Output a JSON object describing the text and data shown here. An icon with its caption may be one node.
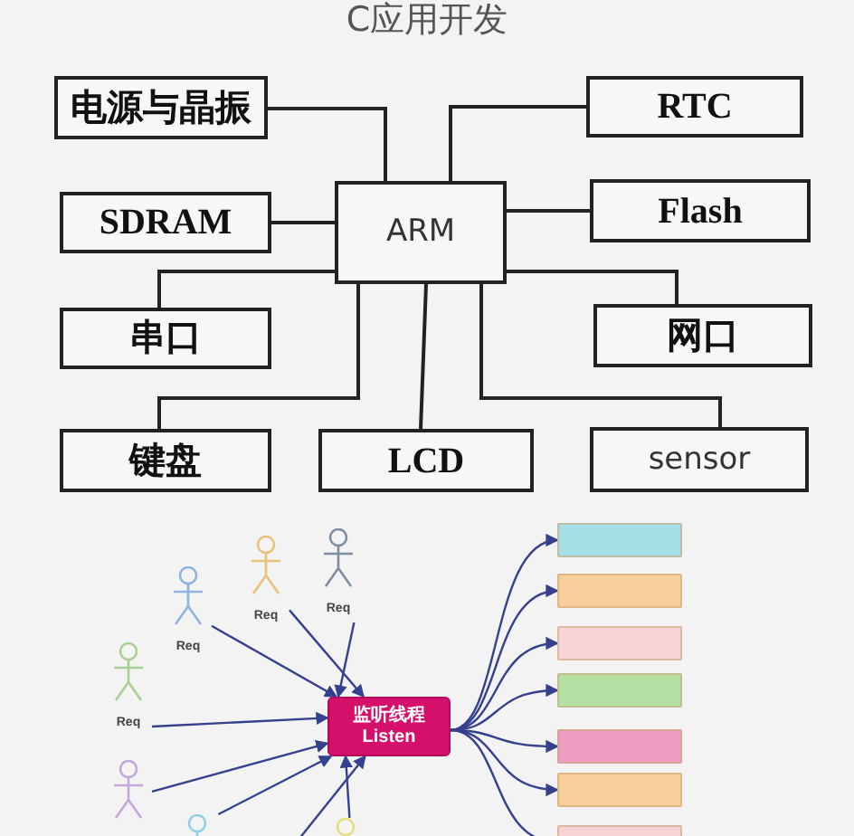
{
  "diagram": {
    "title": "C应用开发",
    "nodes": [
      {
        "text": [
          "电源与晶振"
        ]
      },
      {
        "text": [
          "RTC"
        ]
      },
      {
        "text": [
          "SDRAM"
        ]
      },
      {
        "text": [
          "ARM"
        ]
      },
      {
        "text": [
          "Flash"
        ]
      },
      {
        "text": [
          "串口"
        ]
      },
      {
        "text": [
          "网口"
        ]
      },
      {
        "text": [
          "键盘"
        ]
      },
      {
        "text": [
          "LCD"
        ]
      },
      {
        "text": [
          "sensor"
        ]
      },
      {
        "text": [
          "监听线程",
          "Listen"
        ]
      },
      {
        "text": [],
        "shape": "person",
        "beside": [
          "Req"
        ]
      },
      {
        "text": [],
        "shape": "person",
        "beside": [
          "Req"
        ]
      },
      {
        "text": [],
        "shape": "person",
        "beside": [
          "Req"
        ]
      },
      {
        "text": [],
        "shape": "person",
        "beside": [
          "Req"
        ]
      },
      {
        "text": [],
        "shape": "person"
      },
      {
        "text": [],
        "shape": "person"
      },
      {
        "text": [],
        "shape": "person"
      },
      {
        "text": [],
        "shape": "box"
      },
      {
        "text": [],
        "shape": "box"
      },
      {
        "text": [],
        "shape": "box"
      },
      {
        "text": [],
        "shape": "box"
      },
      {
        "text": [],
        "shape": "box"
      },
      {
        "text": [],
        "shape": "box"
      },
      {
        "text": [],
        "shape": "box"
      }
    ],
    "edges": [
      {
        "from": 0,
        "to": 3,
        "arrow": "none",
        "color": "#222222"
      },
      {
        "from": 1,
        "to": 3,
        "arrow": "none",
        "color": "#222222"
      },
      {
        "from": 2,
        "to": 3,
        "arrow": "none",
        "color": "#222222"
      },
      {
        "from": 4,
        "to": 3,
        "arrow": "none",
        "color": "#222222"
      },
      {
        "from": 5,
        "to": 3,
        "arrow": "none",
        "color": "#222222"
      },
      {
        "from": 6,
        "to": 3,
        "arrow": "none",
        "color": "#222222"
      },
      {
        "from": 7,
        "to": 3,
        "arrow": "none",
        "color": "#222222"
      },
      {
        "from": 8,
        "to": 3,
        "arrow": "none",
        "color": "#222222"
      },
      {
        "from": 9,
        "to": 3,
        "arrow": "none",
        "color": "#222222"
      },
      {
        "from": 11,
        "to": 10,
        "arrow": "to"
      },
      {
        "from": 12,
        "to": 10,
        "arrow": "to"
      },
      {
        "from": 13,
        "to": 10,
        "arrow": "to"
      },
      {
        "from": 14,
        "to": 10,
        "arrow": "to"
      },
      {
        "from": 15,
        "to": 10,
        "arrow": "to"
      },
      {
        "from": 16,
        "to": 10,
        "arrow": "to"
      },
      {
        "from": null,
        "to": 10,
        "arrow": "to"
      },
      {
        "from": 17,
        "to": 10,
        "arrow": "to"
      },
      {
        "from": 10,
        "to": 18,
        "arrow": "to"
      },
      {
        "from": 10,
        "to": 19,
        "arrow": "to"
      },
      {
        "from": 10,
        "to": 20,
        "arrow": "to"
      },
      {
        "from": 10,
        "to": 21,
        "arrow": "to"
      },
      {
        "from": 10,
        "to": 22,
        "arrow": "to"
      },
      {
        "from": 10,
        "to": 23,
        "arrow": "to"
      },
      {
        "from": 10,
        "to": 24,
        "arrow": "to"
      }
    ]
  }
}
